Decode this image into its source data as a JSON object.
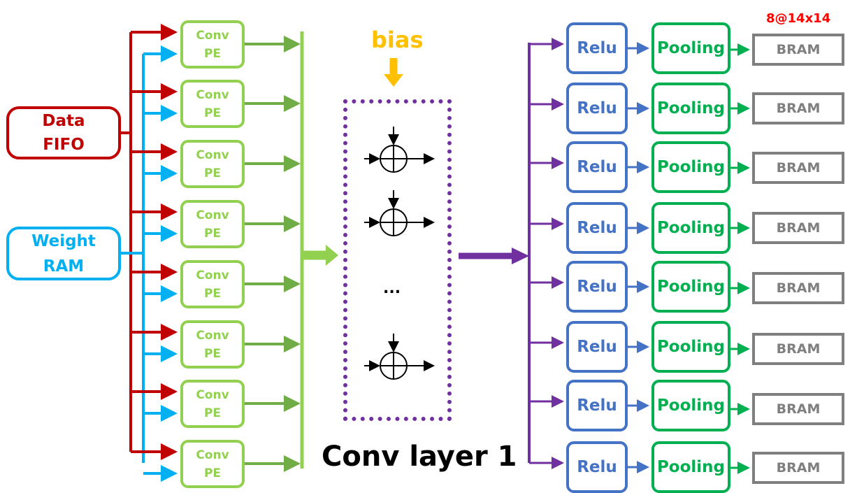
{
  "title": "Conv layer 1",
  "sources": {
    "data_fifo": {
      "line1": "Data",
      "line2": "FIFO",
      "color": "#c00000"
    },
    "weight_ram": {
      "line1": "Weight",
      "line2": "RAM",
      "color": "#00b0f0"
    }
  },
  "conv_pes": [
    {
      "line1": "Conv",
      "line2": "PE"
    },
    {
      "line1": "Conv",
      "line2": "PE"
    },
    {
      "line1": "Conv",
      "line2": "PE"
    },
    {
      "line1": "Conv",
      "line2": "PE"
    },
    {
      "line1": "Conv",
      "line2": "PE"
    },
    {
      "line1": "Conv",
      "line2": "PE"
    },
    {
      "line1": "Conv",
      "line2": "PE"
    },
    {
      "line1": "Conv",
      "line2": "PE"
    }
  ],
  "bias": {
    "label": "bias",
    "color": "#ffc000"
  },
  "adder_block": {
    "ellipsis": "...",
    "adder_count_shown": 3
  },
  "output_channels": [
    {
      "relu": "Relu",
      "pool": "Pooling",
      "mem": "BRAM"
    },
    {
      "relu": "Relu",
      "pool": "Pooling",
      "mem": "BRAM"
    },
    {
      "relu": "Relu",
      "pool": "Pooling",
      "mem": "BRAM"
    },
    {
      "relu": "Relu",
      "pool": "Pooling",
      "mem": "BRAM"
    },
    {
      "relu": "Relu",
      "pool": "Pooling",
      "mem": "BRAM"
    },
    {
      "relu": "Relu",
      "pool": "Pooling",
      "mem": "BRAM"
    },
    {
      "relu": "Relu",
      "pool": "Pooling",
      "mem": "BRAM"
    },
    {
      "relu": "Relu",
      "pool": "Pooling",
      "mem": "BRAM"
    }
  ],
  "output_dims": "8@14x14",
  "colors": {
    "data": "#c00000",
    "weight": "#00b0f0",
    "pe": "#92d050",
    "pe_out": "#70ad47",
    "adder_border": "#7030a0",
    "relu": "#4472c4",
    "pool": "#00b050",
    "bram": "#7f7f7f",
    "dims": "#ff0000"
  }
}
